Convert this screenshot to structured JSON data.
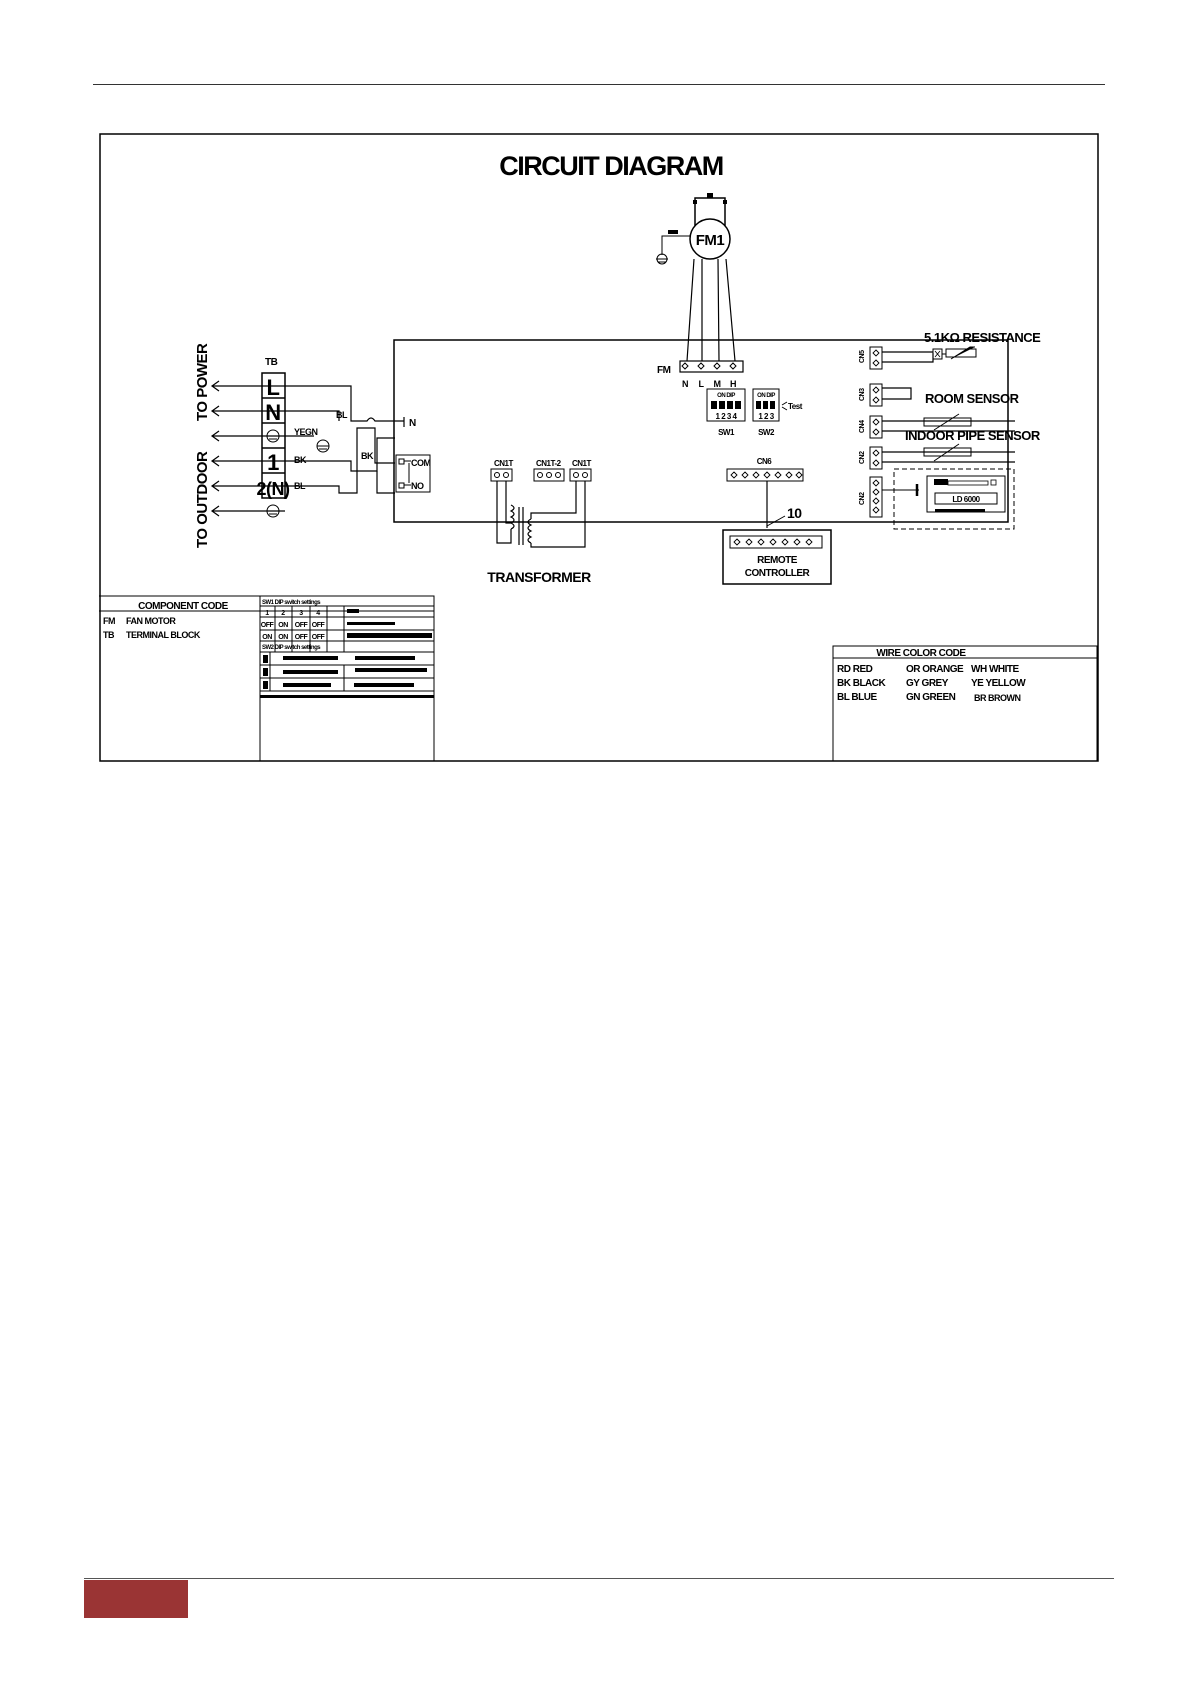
{
  "page": {
    "footer_accent_color": "#9a3434"
  },
  "diagram": {
    "title": "CIRCUIT DIAGRAM",
    "fan_motor": "FM1",
    "fm_connector": "FM",
    "fm_pins": [
      "N",
      "L",
      "M",
      "H"
    ],
    "resistance": "5.1KΩ RESISTANCE",
    "room_sensor": "ROOM SENSOR",
    "pipe_sensor": "INDOOR PIPE SENSOR",
    "transformer": "TRANSFORMER",
    "remote_controller": [
      "REMOTE",
      "CONTROLLER"
    ],
    "remote_number": "10",
    "to_power": "TO POWER",
    "to_outdoor": "TO OUTDOOR",
    "tb_label": "TB",
    "tb_terminals": [
      "L",
      "N",
      "1",
      "2(N)"
    ],
    "wire_labels": {
      "bl1": "BL",
      "bk1": "BK",
      "bk2": "BK",
      "bl2": "BL",
      "yegn": "YEGN"
    },
    "board_n": "N",
    "relay_com": "COM",
    "relay_no": "NO",
    "cn_labels": {
      "cn1": "CN1T",
      "cn2": "CN1T-2",
      "cn3": "CN1T",
      "cn4": "CN6"
    },
    "sw_labels": {
      "sw1": "SW1",
      "sw2": "SW2",
      "sw1_top": "ON DIP",
      "sw2_top": "ON DIP",
      "sw1_nums": "1 2 3 4",
      "sw2_nums": "1 2 3",
      "test": "Test"
    },
    "dip_on_labels": "ON",
    "right_connectors": [
      "CN5",
      "CN3",
      "CN4",
      "CN2",
      "CN2"
    ],
    "ld_module": "LD 6000"
  },
  "component_code": {
    "title": "COMPONENT CODE",
    "rows": [
      {
        "code": "FM",
        "name": "FAN MOTOR"
      },
      {
        "code": "TB",
        "name": "TERMINAL BLOCK"
      }
    ]
  },
  "dip_table": {
    "title1": "SW1 DIP switch settings",
    "header": [
      "1",
      "2",
      "3",
      "4"
    ],
    "row1": [
      "OFF",
      "ON",
      "OFF",
      "OFF"
    ],
    "row2": [
      "ON",
      "ON",
      "OFF",
      "OFF"
    ],
    "title2": "SW2 DIP switch settings"
  },
  "wire_color_code": {
    "title": "WIRE COLOR CODE",
    "rows": [
      [
        "RD RED",
        "OR ORANGE",
        "WH WHITE"
      ],
      [
        "BK BLACK",
        "GY GREY",
        "YE YELLOW"
      ],
      [
        "BL BLUE",
        "GN GREEN",
        "BR BROWN"
      ]
    ]
  }
}
